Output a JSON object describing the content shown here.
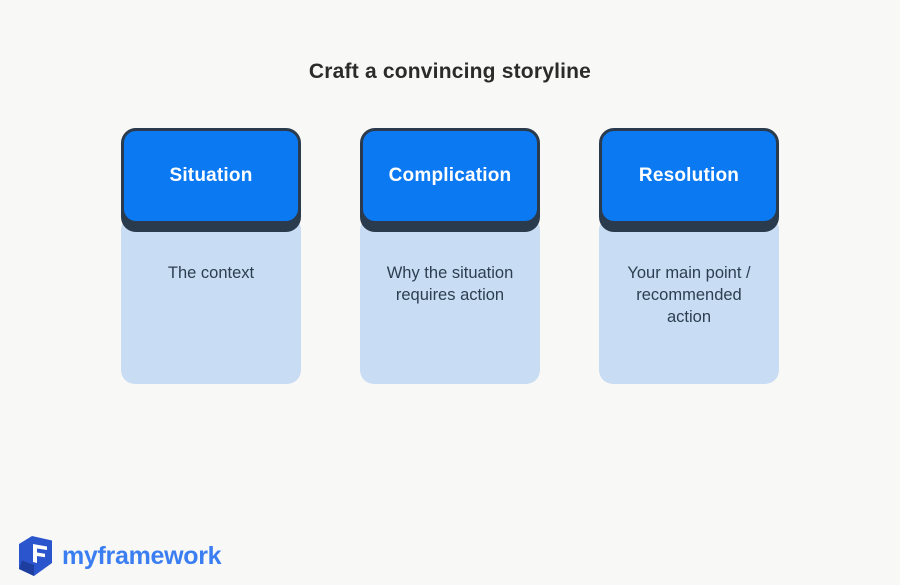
{
  "title": "Craft a convincing storyline",
  "cards": [
    {
      "header": "Situation",
      "body": "The context"
    },
    {
      "header": "Complication",
      "body": "Why the situation requires action"
    },
    {
      "header": "Resolution",
      "body": "Your main point / recommended action"
    }
  ],
  "footer": {
    "brand": "myframework",
    "logo_icon": "cube-icon"
  },
  "colors": {
    "background": "#f8f8f6",
    "header_blue": "#0b79f2",
    "outline_navy": "#2b3b4e",
    "body_blue": "#c8dcf3",
    "title_color": "#2b2b2b",
    "body_text": "#2d3e50",
    "logo_blue": "#3b7ef2",
    "logo_icon_blue": "#2b55cc",
    "logo_icon_dark": "#1d3e9e"
  }
}
